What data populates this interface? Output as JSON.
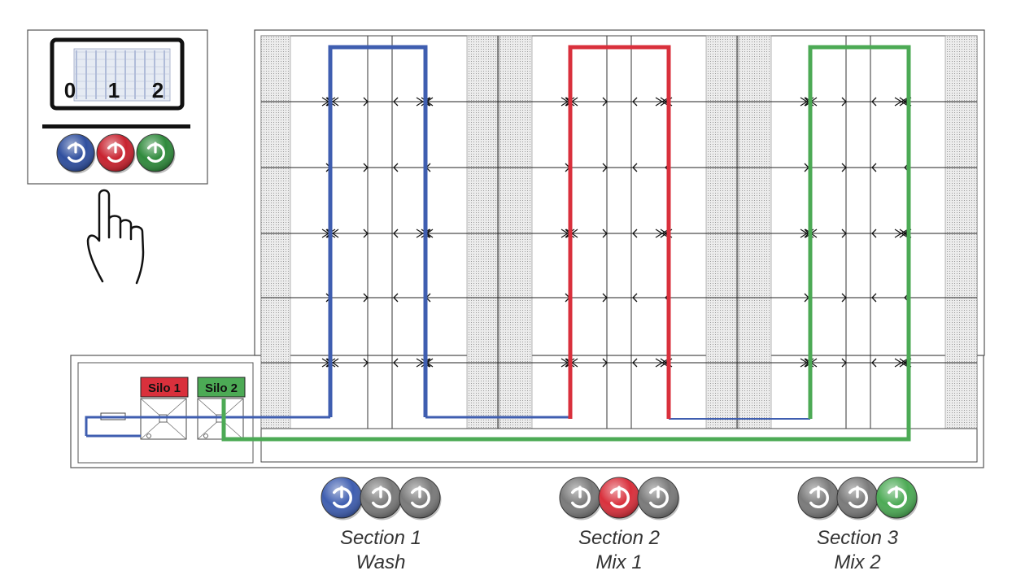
{
  "screen": {
    "numbers": [
      "0",
      "1",
      "2"
    ],
    "buttons": [
      {
        "icon": "power-icon",
        "color": "#2f4f9e"
      },
      {
        "icon": "power-icon",
        "color": "#c8222f"
      },
      {
        "icon": "power-icon",
        "color": "#2f8a3c"
      }
    ]
  },
  "silos": [
    {
      "label": "Silo 1",
      "color": "#d9303c"
    },
    {
      "label": "Silo 2",
      "color": "#4caa55"
    }
  ],
  "circuits": [
    {
      "color": "#3f5eb0"
    },
    {
      "color": "#d9303c"
    },
    {
      "color": "#4caa55"
    }
  ],
  "sections": [
    {
      "title": "Section 1",
      "subtitle": "Wash",
      "active": 0
    },
    {
      "title": "Section 2",
      "subtitle": "Mix 1",
      "active": 1
    },
    {
      "title": "Section 3",
      "subtitle": "Mix 2",
      "active": 2
    }
  ],
  "colors": {
    "inactive": "#7a7a7a",
    "line": "#222222",
    "hatch": "#d9d9d9"
  }
}
